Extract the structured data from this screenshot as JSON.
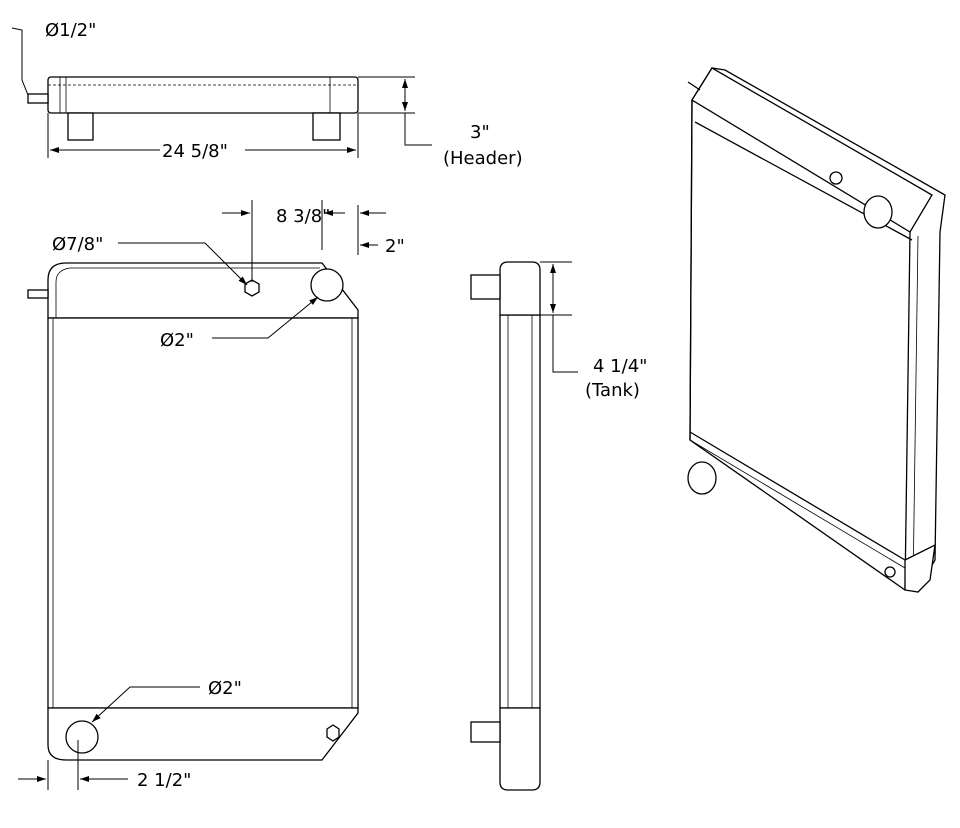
{
  "top_view": {
    "pipe_dia": "Ø1/2\"",
    "width": "24 5/8\"",
    "header_height": "3\"",
    "header_note": "(Header)"
  },
  "front_view": {
    "top_offset": "8 3/8\"",
    "edge_offset": "2\"",
    "small_port_dia": "Ø7/8\"",
    "top_outlet_dia": "Ø2\"",
    "bottom_outlet_dia": "Ø2\"",
    "bottom_offset": "2 1/2\""
  },
  "side_view": {
    "tank_height": "4 1/4\"",
    "tank_note": "(Tank)"
  }
}
